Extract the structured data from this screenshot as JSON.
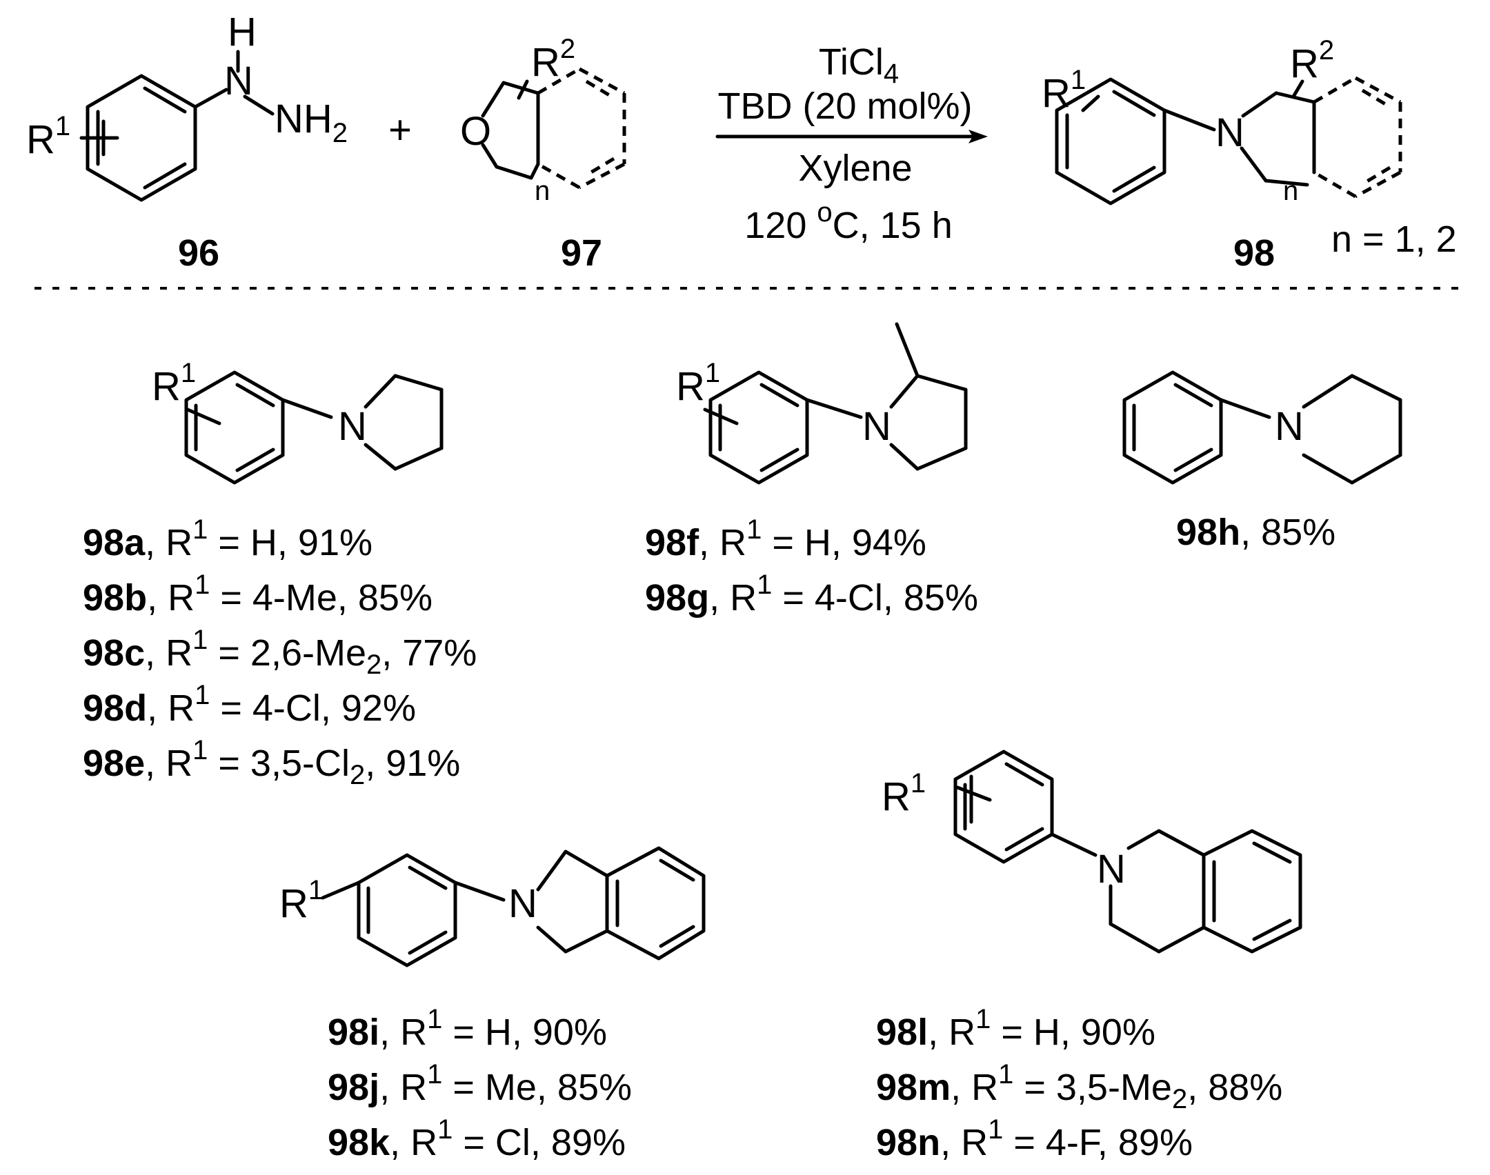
{
  "scheme": {
    "compounds": {
      "c96": "96",
      "c97": "97",
      "c98": "98"
    },
    "n_note": "n = 1, 2",
    "plus": "+",
    "conditions": {
      "reagent_base": "TiCl",
      "reagent_sub": "4",
      "catalyst": "TBD (20 mol%)",
      "solvent": "Xylene",
      "temp_pre": "120 ",
      "temp_sup": "o",
      "temp_post": "C, 15 h"
    },
    "atoms": {
      "R": "R",
      "one": "1",
      "two": "2",
      "N": "N",
      "O": "O",
      "H": "H",
      "NH": "NH",
      "NH_sub": "2",
      "n": "n"
    }
  },
  "products": [
    {
      "id": "98a",
      "text": ", R",
      "sup": "1",
      "rest": " = H, 91%"
    },
    {
      "id": "98b",
      "text": ", R",
      "sup": "1",
      "rest": " = 4-Me, 85%"
    },
    {
      "id": "98c",
      "text": ", R",
      "sup": "1",
      "rest": " = 2,6-Me",
      "sub": "2",
      "tail": ", 77%"
    },
    {
      "id": "98d",
      "text": ", R",
      "sup": "1",
      "rest": " = 4-Cl, 92%"
    },
    {
      "id": "98e",
      "text": ", R",
      "sup": "1",
      "rest": " = 3,5-Cl",
      "sub": "2",
      "tail": ", 91%"
    },
    {
      "id": "98f",
      "text": ", R",
      "sup": "1",
      "rest": " = H, 94%"
    },
    {
      "id": "98g",
      "text": ", R",
      "sup": "1",
      "rest": " = 4-Cl, 85%"
    },
    {
      "id": "98h",
      "text": ", 85%"
    },
    {
      "id": "98i",
      "text": ", R",
      "sup": "1",
      "rest": " = H, 90%"
    },
    {
      "id": "98j",
      "text": ", R",
      "sup": "1",
      "rest": " = Me, 85%"
    },
    {
      "id": "98k",
      "text": ", R",
      "sup": "1",
      "rest": " = Cl, 89%"
    },
    {
      "id": "98l",
      "text": ", R",
      "sup": "1",
      "rest": " = H, 90%"
    },
    {
      "id": "98m",
      "text": ", R",
      "sup": "1",
      "rest": " = 3,5-Me",
      "sub": "2",
      "tail": ", 88%"
    },
    {
      "id": "98n",
      "text": ", R",
      "sup": "1",
      "rest": " = 4-F, 89%"
    }
  ]
}
